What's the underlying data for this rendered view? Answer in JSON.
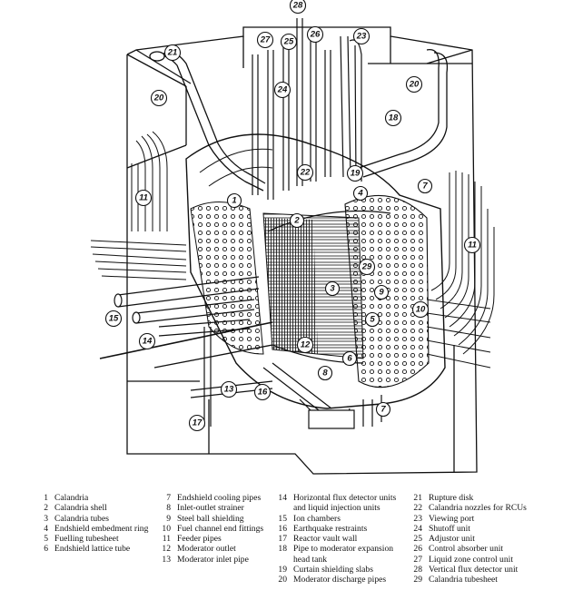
{
  "callouts": [
    {
      "n": "28"
    },
    {
      "n": "27"
    },
    {
      "n": "25"
    },
    {
      "n": "26"
    },
    {
      "n": "23"
    },
    {
      "n": "21"
    },
    {
      "n": "20"
    },
    {
      "n": "20"
    },
    {
      "n": "24"
    },
    {
      "n": "18"
    },
    {
      "n": "22"
    },
    {
      "n": "19"
    },
    {
      "n": "1"
    },
    {
      "n": "4"
    },
    {
      "n": "7"
    },
    {
      "n": "11"
    },
    {
      "n": "2"
    },
    {
      "n": "11"
    },
    {
      "n": "29"
    },
    {
      "n": "9"
    },
    {
      "n": "3"
    },
    {
      "n": "10"
    },
    {
      "n": "5"
    },
    {
      "n": "15"
    },
    {
      "n": "14"
    },
    {
      "n": "12"
    },
    {
      "n": "6"
    },
    {
      "n": "8"
    },
    {
      "n": "13"
    },
    {
      "n": "16"
    },
    {
      "n": "7"
    },
    {
      "n": "17"
    }
  ],
  "legend": {
    "col1": [
      {
        "num": "1",
        "label": "Calandria"
      },
      {
        "num": "2",
        "label": "Calandria shell"
      },
      {
        "num": "3",
        "label": "Calandria tubes"
      },
      {
        "num": "4",
        "label": "Endshield embedment ring"
      },
      {
        "num": "5",
        "label": "Fuelling tubesheet"
      },
      {
        "num": "6",
        "label": "Endshield lattice tube"
      }
    ],
    "col2": [
      {
        "num": "7",
        "label": "Endshield cooling pipes"
      },
      {
        "num": "8",
        "label": "Inlet-outlet strainer"
      },
      {
        "num": "9",
        "label": "Steel ball shielding"
      },
      {
        "num": "10",
        "label": "Fuel channel end fittings"
      },
      {
        "num": "11",
        "label": "Feeder pipes"
      },
      {
        "num": "12",
        "label": "Moderator outlet"
      },
      {
        "num": "13",
        "label": "Moderator inlet pipe"
      }
    ],
    "col3": [
      {
        "num": "14",
        "label": "Horizontal flux detector units\nand liquid injection units"
      },
      {
        "num": "15",
        "label": "Ion chambers"
      },
      {
        "num": "16",
        "label": "Earthquake restraints"
      },
      {
        "num": "17",
        "label": "Reactor vault wall"
      },
      {
        "num": "18",
        "label": "Pipe to moderator expansion\nhead tank"
      },
      {
        "num": "19",
        "label": "Curtain shielding slabs"
      },
      {
        "num": "20",
        "label": "Moderator discharge pipes"
      }
    ],
    "col4": [
      {
        "num": "21",
        "label": "Rupture disk"
      },
      {
        "num": "22",
        "label": "Calandria nozzles for RCUs"
      },
      {
        "num": "23",
        "label": "Viewing port"
      },
      {
        "num": "24",
        "label": "Shutoff unit"
      },
      {
        "num": "25",
        "label": "Adjustor unit"
      },
      {
        "num": "26",
        "label": "Control absorber unit"
      },
      {
        "num": "27",
        "label": "Liquid zone control unit"
      },
      {
        "num": "28",
        "label": "Vertical flux detector unit"
      },
      {
        "num": "29",
        "label": "Calandria tubesheet"
      }
    ]
  }
}
